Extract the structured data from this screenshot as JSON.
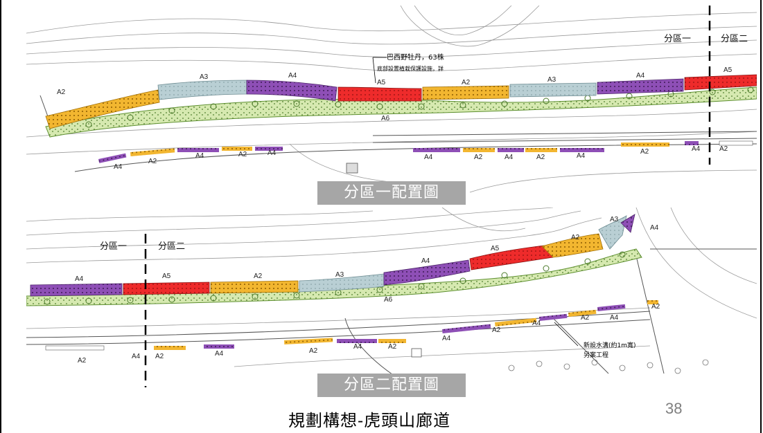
{
  "slide": {
    "title": "規劃構想-虎頭山廊道",
    "page_number": "38"
  },
  "colors": {
    "A2": "#f2b630",
    "A3": "#b9cfd4",
    "A4": "#8e4fb6",
    "A5": "#ee2b2b",
    "A6": "#d6e9b0",
    "caption_bg": "#a6a6a6"
  },
  "map_top": {
    "caption": "分區一配置圖",
    "zone_left": "分區一",
    "zone_right": "分區二",
    "annotation_line1": "巴西野牡丹，63株",
    "annotation_line2": "底部設置植栽保護設施，詳",
    "labels": {
      "a2": "A2",
      "a3": "A3",
      "a4": "A4",
      "a5": "A5",
      "a6": "A6"
    }
  },
  "map_bottom": {
    "caption": "分區二配置圖",
    "zone_left": "分區一",
    "zone_right": "分區二",
    "annotation_line1": "新設水溝(約1m寬)",
    "annotation_line2": "另案工程",
    "labels": {
      "a2": "A2",
      "a3": "A3",
      "a4": "A4",
      "a5": "A5",
      "a6": "A6"
    }
  }
}
